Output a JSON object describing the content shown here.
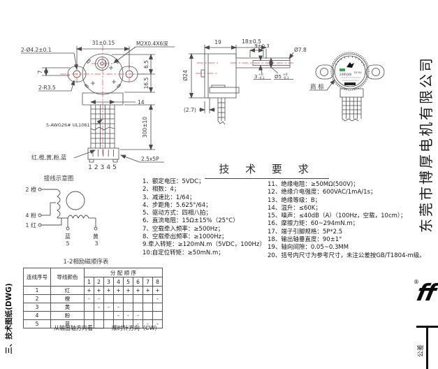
{
  "pg": {
    "left_label": "三、技术图纸(DWG)",
    "company": "东莞市博厚电机有限公司",
    "tolerance": "公差",
    "logo": "ff",
    "reg": "®"
  },
  "fv": {
    "d31": "31±0.15",
    "m2": "M2X0.4X6深",
    "holes": "2-Ø4.2±0.1",
    "r35": "2-R3.5",
    "d7": "7",
    "d65": "6.5",
    "d165": "16.5",
    "d14": "14",
    "d300": "300±10",
    "wire_spec": "5-AWG26# UL1061",
    "wire_colors": "红,橙,黄,粉,蓝",
    "conn": "2.5x5P",
    "pins": "12345"
  },
  "sv": {
    "d19": "19",
    "d18": "18±0.5",
    "d9": "9±0.3",
    "d78": "Ø7.8",
    "d24": "Ø24",
    "d27": "(2.7)",
    "flat_v": "3",
    "flat_tt": "+0",
    "flat_tb": "-0.1",
    "shaft_v": "Ø5",
    "shaft_tt": "+0",
    "shaft_tb": "-0.1"
  },
  "tm": {
    "callout": "商 标",
    "model": "24BYJ48",
    "volt": "DC5V"
  },
  "wd": {
    "title": "接线示意图",
    "t2": "2 橙",
    "t4": "4 粉",
    "t1": "1 红",
    "blue": "蓝",
    "blue_pin": "5",
    "yellow": "黄",
    "yellow_pin": "3",
    "seq_title": "1-2相励磁顺序表"
  },
  "tr": {
    "title": "技 术 要 求",
    "left": [
      "1、额定电压：5VDC；",
      "2、相数：4；",
      "3、减速比：1/64；",
      "4、步距角：5.625°/64；",
      "5、驱动方式：四相八拍；",
      "6、直流电阻：15Ω±15%（25°C）",
      "7、空载牵入频率：≥500Hz；",
      "8、空载牵出频率：≥1000Hz；",
      "9.牵入转矩：≥120mN.m（5VDC，100Hz）",
      "10:自定位转矩：≥50mN.m；"
    ],
    "right": [
      "11、绝缘电阻：≥50MΩ(500V)；",
      "12、绝缘介电强度：600VAC/1mA/1s；",
      "13、绝缘等级：B；",
      "14、温升：≤60K；",
      "15、噪声：≤40dB（A）（100Hz，空载，10cm）；",
      "16、摩擦力矩：60~294mN.m；",
      "17、端子引脚规格：5P*2.5",
      "18、输出轴垂直度：90±1°",
      "19、轴向间隙：0.05~0.3MM",
      "20、括号内尺寸为参考尺寸，未注公差按GB/T1804-m级。"
    ]
  },
  "tbl": {
    "h_no": "连线序号",
    "h_color": "导线颜色",
    "h_seq": "分 配 顺 序",
    "cols": [
      "1",
      "2",
      "3",
      "4",
      "5",
      "6",
      "7",
      "8"
    ],
    "rows": [
      {
        "no": "1",
        "color": "红",
        "c": [
          "+",
          "+",
          "+",
          "+",
          "+",
          "+",
          "+",
          "+"
        ]
      },
      {
        "no": "2",
        "color": "橙",
        "c": [
          "-",
          "-",
          "",
          "",
          "",
          "",
          "",
          "-"
        ]
      },
      {
        "no": "3",
        "color": "黄",
        "c": [
          "",
          "-",
          "-",
          "-",
          "",
          "",
          "",
          ""
        ]
      },
      {
        "no": "4",
        "color": "粉",
        "c": [
          "",
          "",
          "",
          "-",
          "-",
          "-",
          "",
          ""
        ]
      },
      {
        "no": "5",
        "color": "蓝",
        "c": [
          "",
          "",
          "",
          "",
          "",
          "-",
          "-",
          "-"
        ]
      }
    ],
    "foot_l": "从输出轴方向看——",
    "foot_r": "顺时针方向（CW）"
  }
}
